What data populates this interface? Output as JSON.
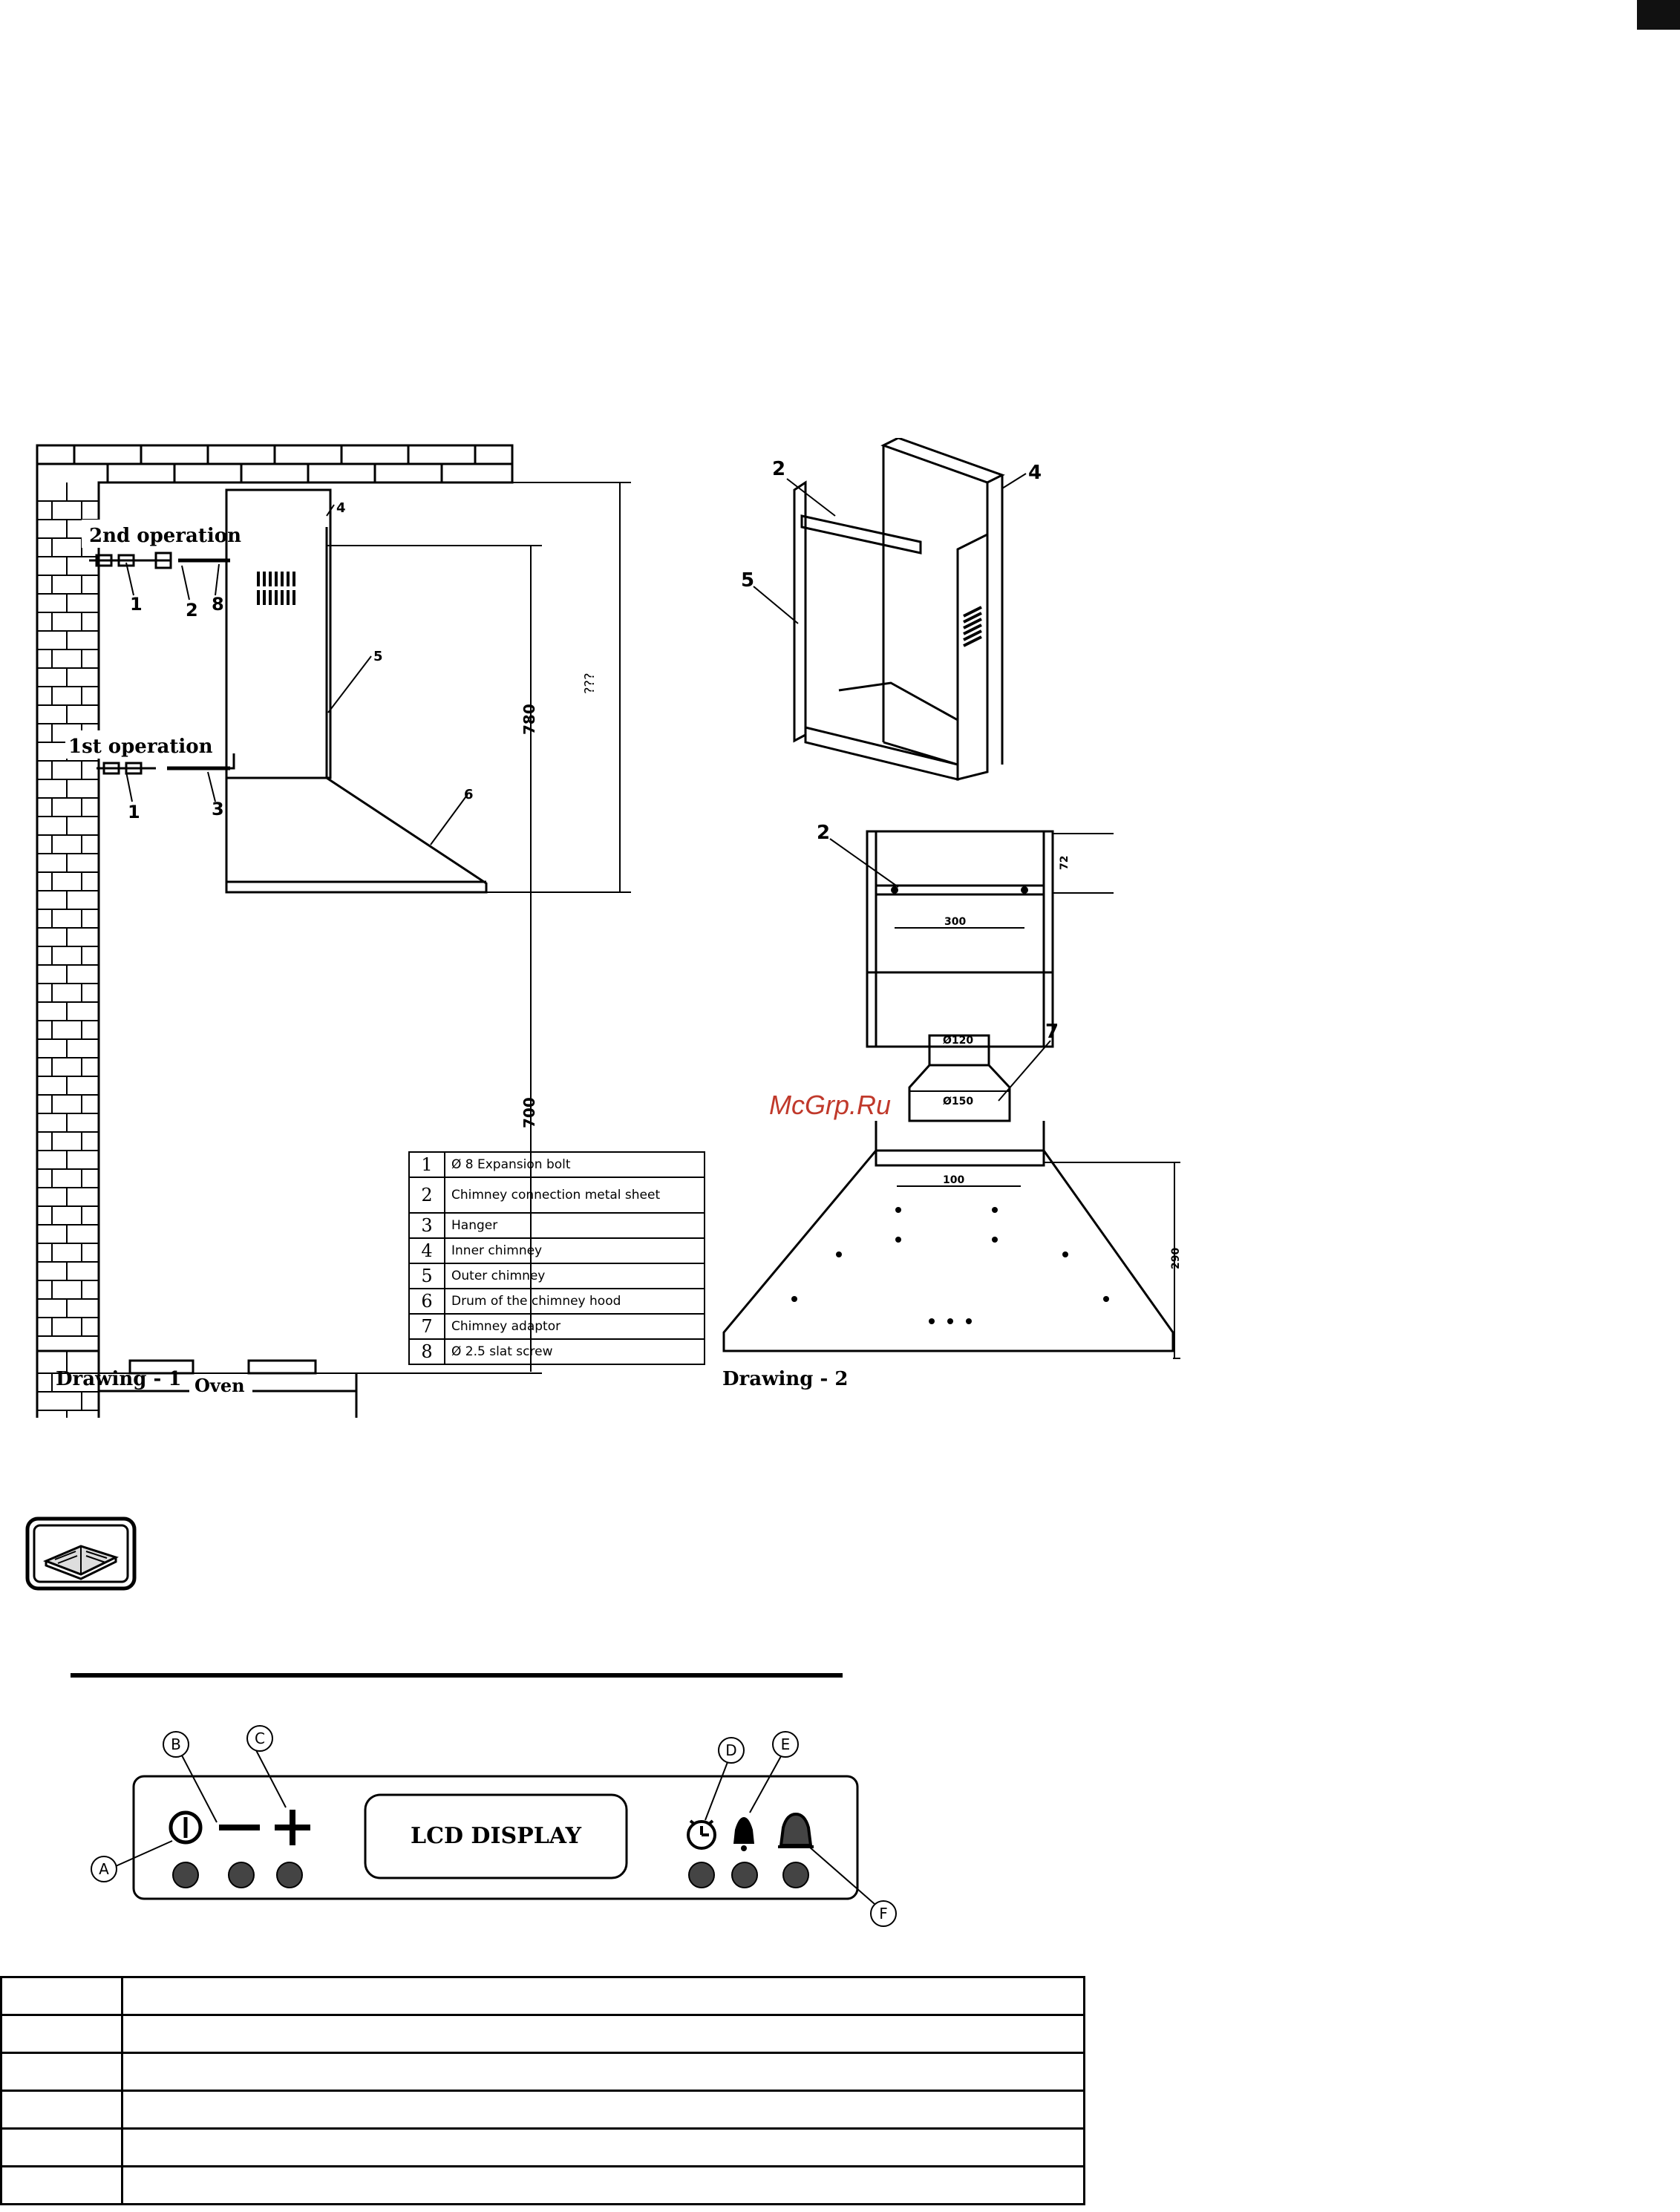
{
  "drawing1": {
    "caption": "Drawing - 1",
    "label_2nd_operation": "2nd operation",
    "label_1st_operation": "1st operation",
    "oven_label": "Oven",
    "dim_780": "780",
    "dim_700": "700",
    "dim_outer": "???",
    "callouts": [
      "1",
      "2",
      "8",
      "4",
      "5",
      "1",
      "3",
      "6"
    ]
  },
  "drawing2": {
    "caption": "Drawing - 2",
    "dim_300": "300",
    "dim_120": "Ø120",
    "dim_150": "Ø150",
    "dim_100": "100",
    "dim_290": "290",
    "dim_72": "72",
    "callouts_top": [
      "2",
      "4",
      "5"
    ],
    "callouts_bottom": [
      "2",
      "7"
    ]
  },
  "parts": [
    {
      "num": "1",
      "name": "Ø 8 Expansion bolt"
    },
    {
      "num": "2",
      "name": "Chimney connection metal sheet"
    },
    {
      "num": "3",
      "name": "Hanger"
    },
    {
      "num": "4",
      "name": "Inner chimney"
    },
    {
      "num": "5",
      "name": "Outer chimney"
    },
    {
      "num": "6",
      "name": "Drum of the chimney hood"
    },
    {
      "num": "7",
      "name": "Chimney adaptor"
    },
    {
      "num": "8",
      "name": "Ø 2.5 slat screw"
    }
  ],
  "watermark": "McGrp.Ru",
  "control_panel": {
    "lcd_label": "LCD DISPLAY",
    "markers": [
      "A",
      "B",
      "C",
      "D",
      "E",
      "F"
    ]
  },
  "bottom_table_rows": [
    [
      "",
      ""
    ],
    [
      "",
      ""
    ],
    [
      "",
      ""
    ],
    [
      "",
      ""
    ],
    [
      "",
      ""
    ],
    [
      "",
      ""
    ]
  ]
}
